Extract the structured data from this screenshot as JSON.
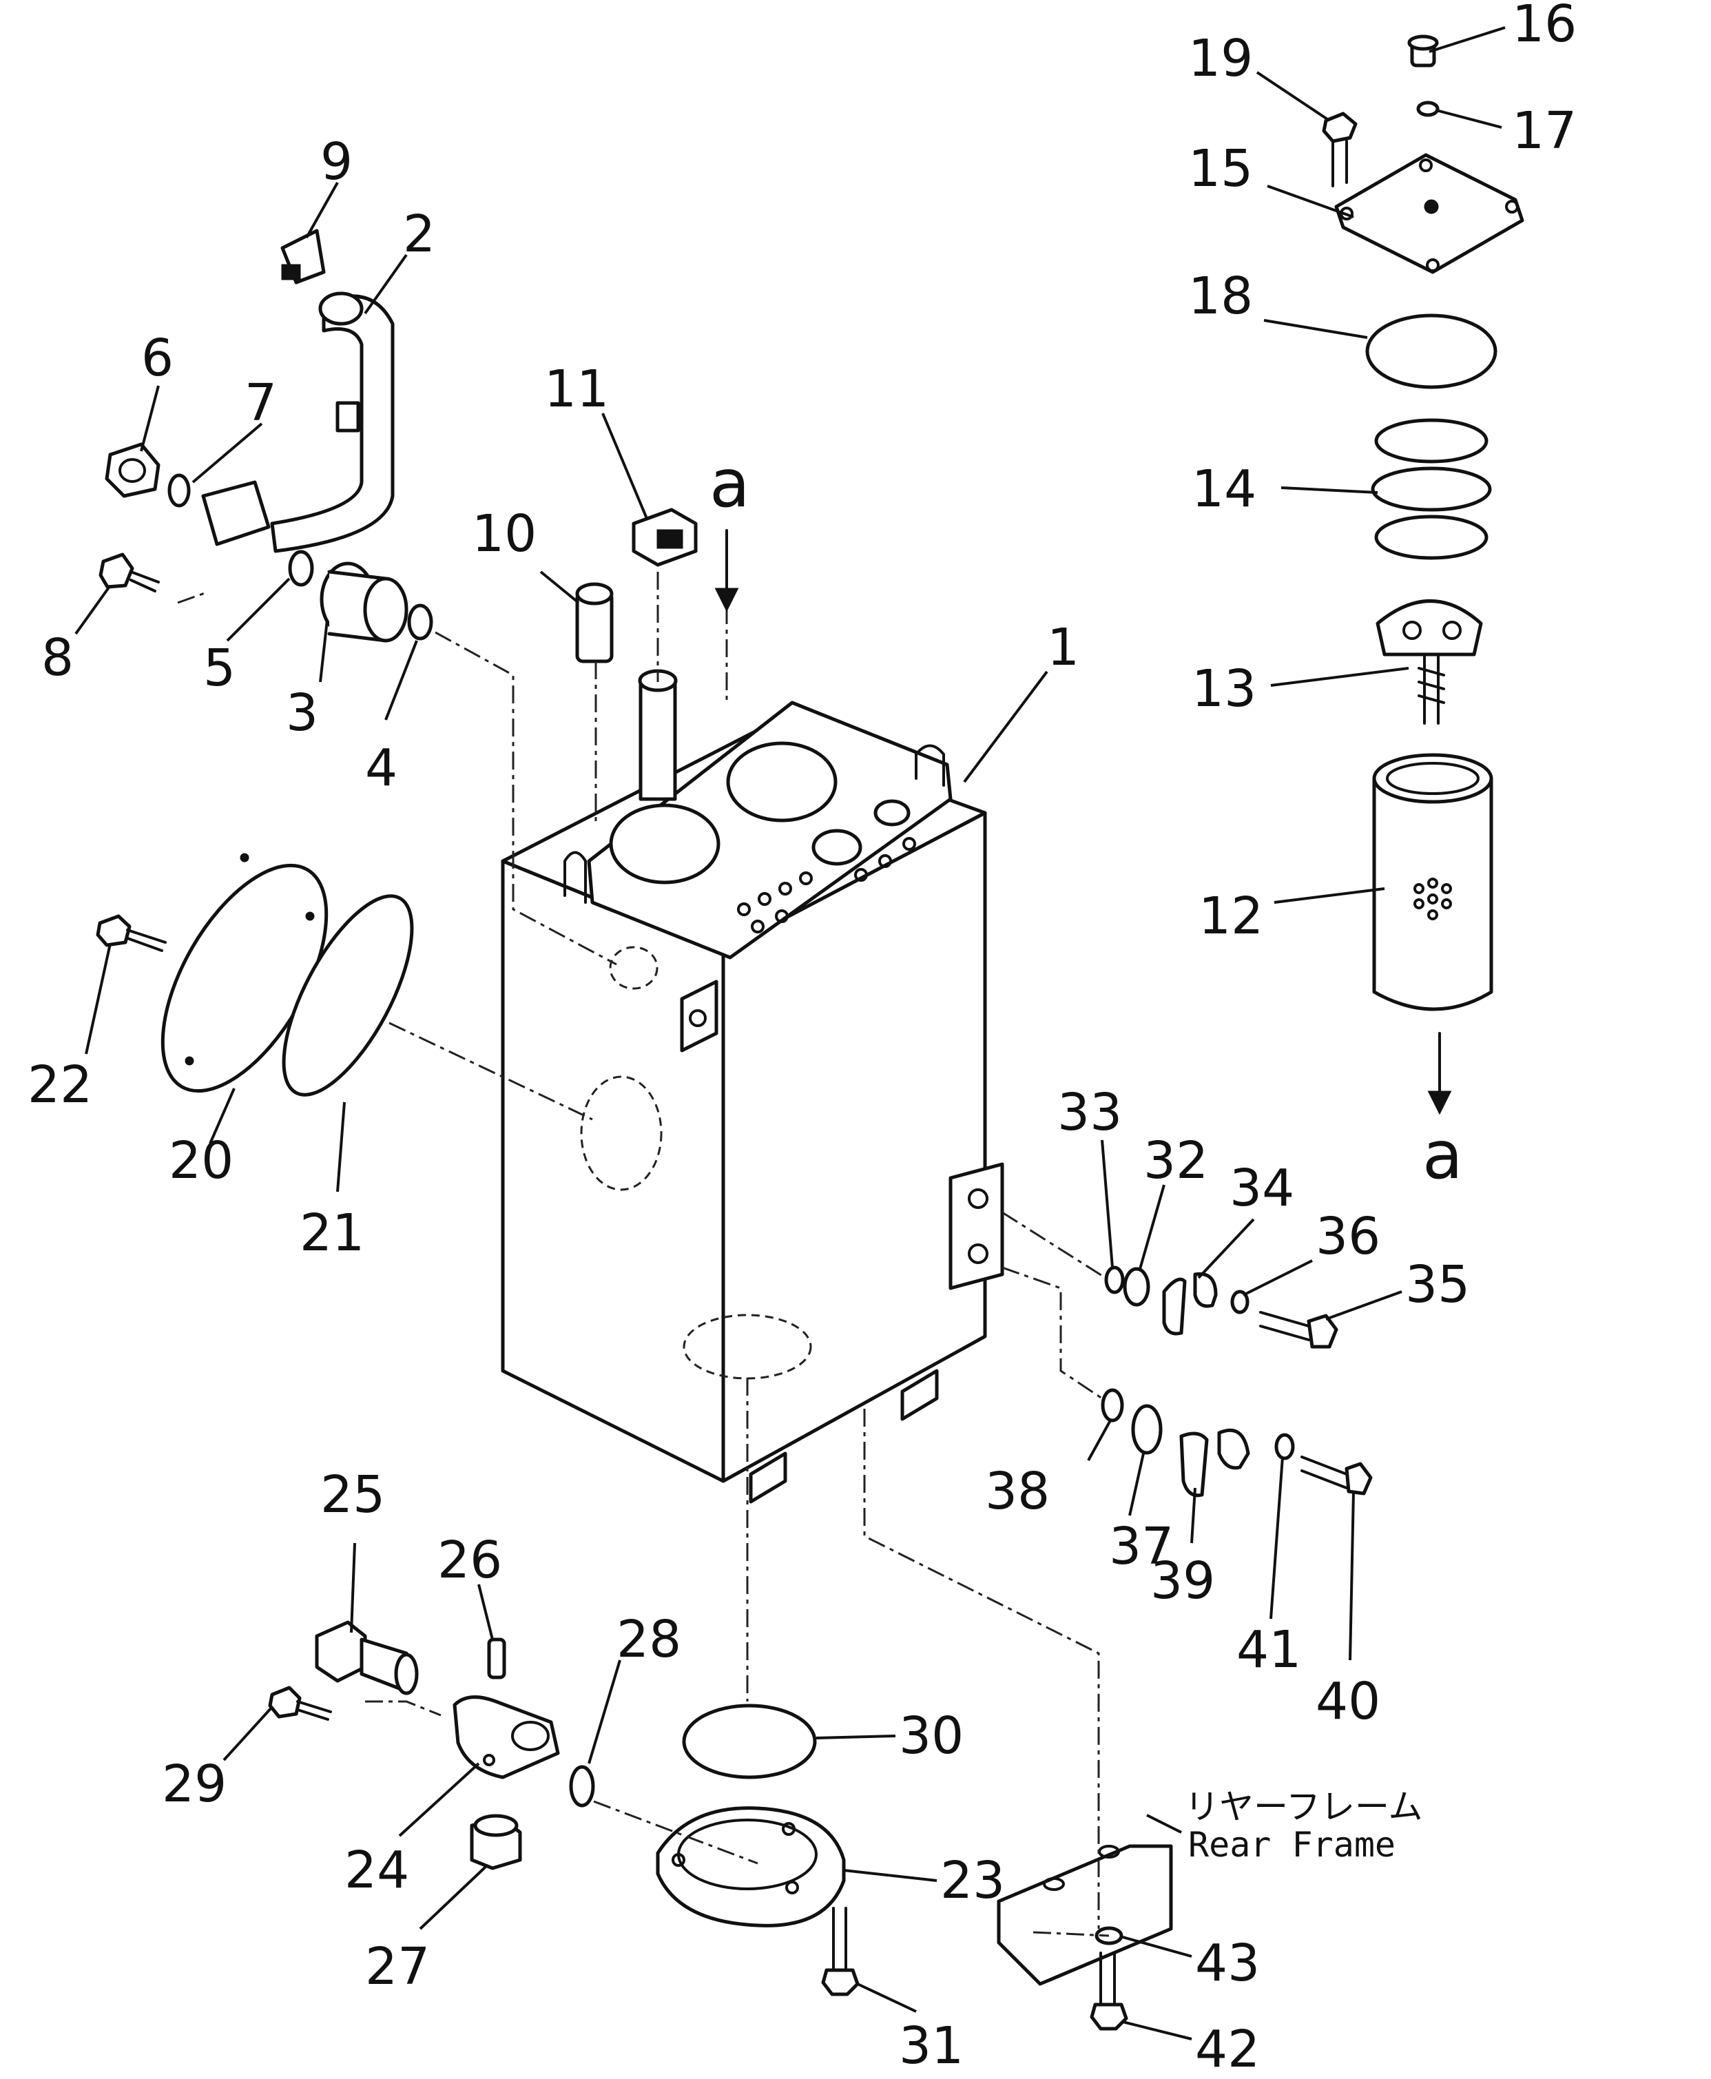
{
  "callouts": [
    {
      "id": "1",
      "label": "1"
    },
    {
      "id": "2",
      "label": "2"
    },
    {
      "id": "3",
      "label": "3"
    },
    {
      "id": "4",
      "label": "4"
    },
    {
      "id": "5",
      "label": "5"
    },
    {
      "id": "6",
      "label": "6"
    },
    {
      "id": "7",
      "label": "7"
    },
    {
      "id": "8",
      "label": "8"
    },
    {
      "id": "9",
      "label": "9"
    },
    {
      "id": "10",
      "label": "10"
    },
    {
      "id": "11",
      "label": "11"
    },
    {
      "id": "12",
      "label": "12"
    },
    {
      "id": "13",
      "label": "13"
    },
    {
      "id": "14",
      "label": "14"
    },
    {
      "id": "15",
      "label": "15"
    },
    {
      "id": "16",
      "label": "16"
    },
    {
      "id": "17",
      "label": "17"
    },
    {
      "id": "18",
      "label": "18"
    },
    {
      "id": "19",
      "label": "19"
    },
    {
      "id": "20",
      "label": "20"
    },
    {
      "id": "21",
      "label": "21"
    },
    {
      "id": "22",
      "label": "22"
    },
    {
      "id": "23",
      "label": "23"
    },
    {
      "id": "24",
      "label": "24"
    },
    {
      "id": "25",
      "label": "25"
    },
    {
      "id": "26",
      "label": "26"
    },
    {
      "id": "27",
      "label": "27"
    },
    {
      "id": "28",
      "label": "28"
    },
    {
      "id": "29",
      "label": "29"
    },
    {
      "id": "30",
      "label": "30"
    },
    {
      "id": "31",
      "label": "31"
    },
    {
      "id": "32",
      "label": "32"
    },
    {
      "id": "33",
      "label": "33"
    },
    {
      "id": "34",
      "label": "34"
    },
    {
      "id": "35",
      "label": "35"
    },
    {
      "id": "36",
      "label": "36"
    },
    {
      "id": "37",
      "label": "37"
    },
    {
      "id": "38",
      "label": "38"
    },
    {
      "id": "39",
      "label": "39"
    },
    {
      "id": "40",
      "label": "40"
    },
    {
      "id": "41",
      "label": "41"
    },
    {
      "id": "42",
      "label": "42"
    },
    {
      "id": "43",
      "label": "43"
    }
  ],
  "view_marker": {
    "top": "a",
    "bottom": "a"
  },
  "rear_frame": {
    "label_jp": "リヤーフレーム",
    "label_en": "Rear Frame"
  }
}
